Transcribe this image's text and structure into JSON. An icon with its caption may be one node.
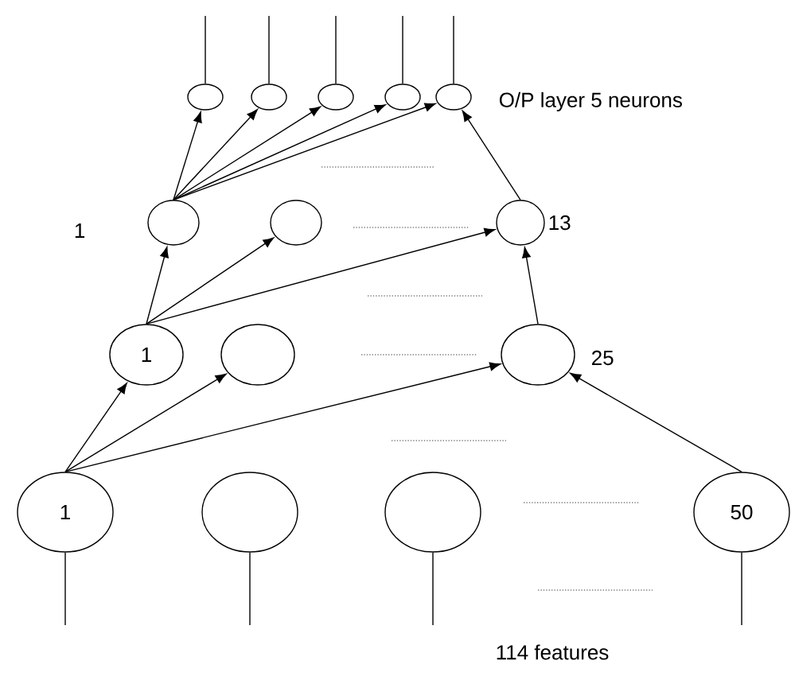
{
  "diagram": {
    "nodes": [
      {
        "text": [],
        "shape": "circle"
      },
      {
        "text": [],
        "shape": "circle"
      },
      {
        "text": [],
        "shape": "circle"
      },
      {
        "text": [],
        "shape": "circle"
      },
      {
        "text": [],
        "shape": "circle"
      },
      {
        "text": [],
        "shape": "circle",
        "beside": [
          "1"
        ]
      },
      {
        "text": [],
        "shape": "circle"
      },
      {
        "text": [],
        "shape": "circle",
        "beside": [
          "13"
        ]
      },
      {
        "text": [
          "1"
        ]
      },
      {
        "text": [],
        "shape": "circle"
      },
      {
        "text": [],
        "shape": "circle",
        "beside": [
          "25"
        ]
      },
      {
        "text": [
          "1"
        ]
      },
      {
        "text": [],
        "shape": "circle"
      },
      {
        "text": [],
        "shape": "circle"
      },
      {
        "text": [
          "50"
        ]
      }
    ],
    "edges": [
      {
        "from": 5,
        "to": 0,
        "arrow": "to"
      },
      {
        "from": 5,
        "to": 1,
        "arrow": "to"
      },
      {
        "from": 5,
        "to": 2,
        "arrow": "to"
      },
      {
        "from": 5,
        "to": 3,
        "arrow": "to"
      },
      {
        "from": 5,
        "to": 4,
        "arrow": "to"
      },
      {
        "from": 7,
        "to": 4,
        "arrow": "to"
      },
      {
        "from": 8,
        "to": 5,
        "arrow": "to"
      },
      {
        "from": 8,
        "to": 6,
        "arrow": "to"
      },
      {
        "from": 8,
        "to": 7,
        "arrow": "to"
      },
      {
        "from": 10,
        "to": 7,
        "arrow": "to"
      },
      {
        "from": 11,
        "to": 8,
        "arrow": "to"
      },
      {
        "from": 11,
        "to": 9,
        "arrow": "to"
      },
      {
        "from": 11,
        "to": 10,
        "arrow": "to"
      },
      {
        "from": 14,
        "to": 10,
        "arrow": "to"
      },
      {
        "from": 0,
        "to": null,
        "arrow": "none"
      },
      {
        "from": 1,
        "to": null,
        "arrow": "none"
      },
      {
        "from": 2,
        "to": null,
        "arrow": "none"
      },
      {
        "from": 3,
        "to": null,
        "arrow": "none"
      },
      {
        "from": 4,
        "to": null,
        "arrow": "none"
      },
      {
        "from": 11,
        "to": null,
        "arrow": "none"
      },
      {
        "from": 12,
        "to": null,
        "arrow": "none"
      },
      {
        "from": 13,
        "to": null,
        "arrow": "none"
      },
      {
        "from": 14,
        "to": null,
        "arrow": "none"
      }
    ],
    "labels": [
      "O/P layer 5 neurons",
      "114 features"
    ]
  }
}
